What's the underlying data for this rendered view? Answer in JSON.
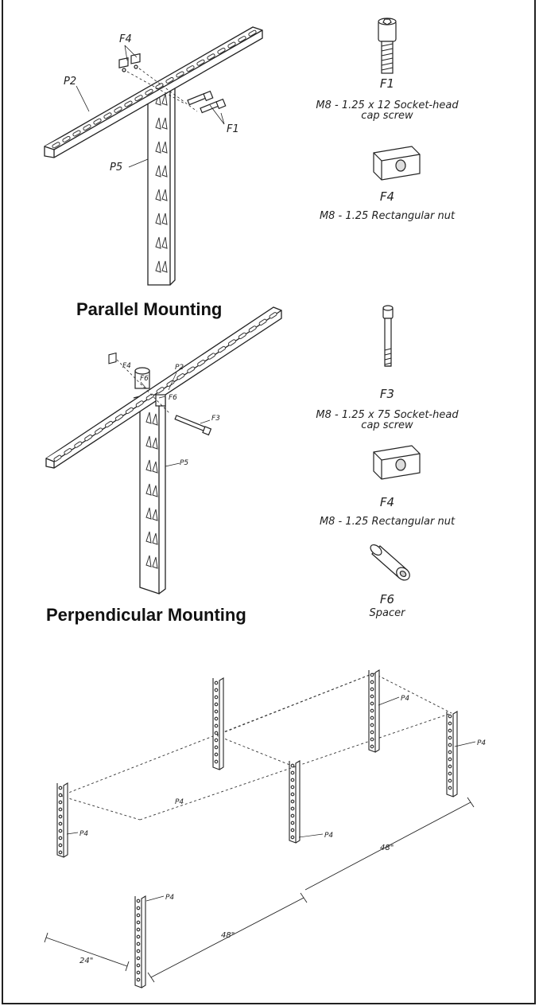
{
  "parallel": {
    "heading": "Parallel Mounting",
    "labels": {
      "f4": "F4",
      "p2": "P2",
      "p5": "P5",
      "f1": "F1"
    },
    "hardware": [
      {
        "code": "F1",
        "desc_line1": "M8 - 1.25 x 12 Socket-head",
        "desc_line2": "cap screw"
      },
      {
        "code": "F4",
        "desc_line1": "M8 - 1.25 Rectangular nut",
        "desc_line2": ""
      }
    ]
  },
  "perpendicular": {
    "heading": "Perpendicular Mounting",
    "labels": {
      "f4": "F4",
      "f6a": "F6",
      "p2": "P2",
      "f6b": "F6",
      "f3": "F3",
      "p5": "P5"
    },
    "hardware": [
      {
        "code": "F3",
        "desc_line1": "M8 - 1.25 x 75 Socket-head",
        "desc_line2": "cap screw"
      },
      {
        "code": "F4",
        "desc_line1": "M8 - 1.25 Rectangular nut",
        "desc_line2": ""
      },
      {
        "code": "F6",
        "desc_line1": "Spacer",
        "desc_line2": ""
      }
    ]
  },
  "layout_diagram": {
    "post_label": "P4",
    "dimensions": {
      "depth": "24\"",
      "length_front": "48\"",
      "length_right": "48\""
    }
  }
}
